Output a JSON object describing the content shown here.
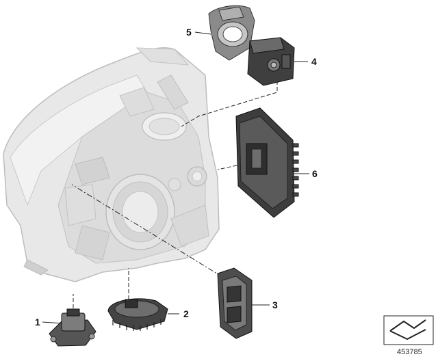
{
  "diagram": {
    "callouts": [
      {
        "id": "1",
        "label": "1"
      },
      {
        "id": "2",
        "label": "2"
      },
      {
        "id": "3",
        "label": "3"
      },
      {
        "id": "4",
        "label": "4"
      },
      {
        "id": "5",
        "label": "5"
      },
      {
        "id": "6",
        "label": "6"
      }
    ],
    "reference_number": "453785",
    "colors": {
      "line": "#222222",
      "headlight_body": "#e6e6e6",
      "headlight_detail": "#c9c9c9",
      "part_dark": "#4a4a4a",
      "part_mid": "#8a8a8a",
      "part_light": "#b8b8b8"
    }
  }
}
